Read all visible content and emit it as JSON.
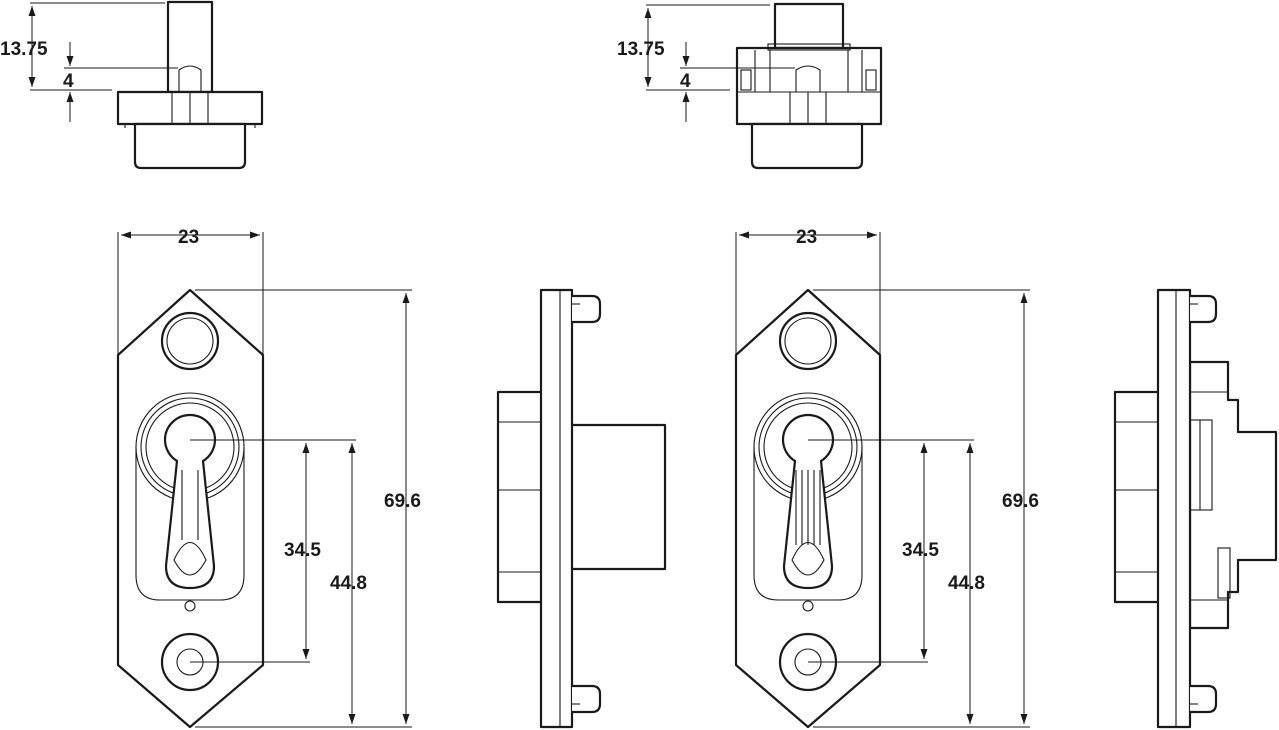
{
  "drawing": {
    "colors": {
      "line": "#1a1a1a",
      "background": "#ffffff"
    },
    "left_unit": {
      "top_view": {
        "height": "13.75",
        "pin": "4"
      },
      "front_view": {
        "width": "23",
        "height": "69.6",
        "keyway_center": "34.5",
        "keyway_length": "44.8"
      }
    },
    "right_unit": {
      "top_view": {
        "height": "13.75",
        "pin": "4"
      },
      "front_view": {
        "width": "23",
        "height": "69.6",
        "keyway_center": "34.5",
        "keyway_length": "44.8"
      }
    }
  }
}
